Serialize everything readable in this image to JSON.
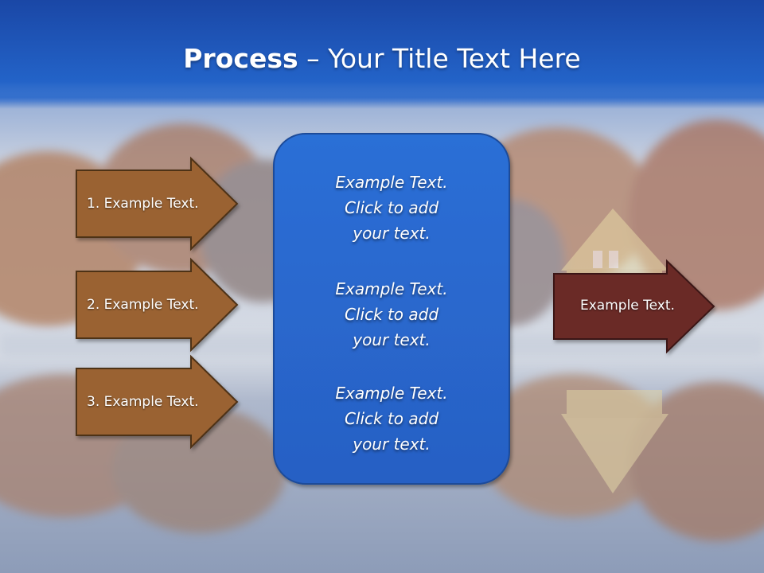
{
  "title": {
    "bold": "Process",
    "rest": " – Your Title Text Here"
  },
  "left_arrows": [
    {
      "label": "1. Example Text."
    },
    {
      "label": "2. Example Text."
    },
    {
      "label": "3. Example Text."
    }
  ],
  "center_box": {
    "blocks": [
      {
        "lines": [
          "Example Text.",
          "Click  to add",
          "your text."
        ]
      },
      {
        "lines": [
          "Example Text.",
          "Click  to add",
          "your text."
        ]
      },
      {
        "lines": [
          "Example Text.",
          "Click  to add",
          "your text."
        ]
      }
    ]
  },
  "right_arrow": {
    "label": "Example Text."
  },
  "colors": {
    "header_blue": "#1f5dc4",
    "arrow_brown": "#9a6232",
    "arrow_dark_red": "#6a2c28",
    "box_blue": "#2a6ad1",
    "box_border": "#1d4b9a"
  }
}
